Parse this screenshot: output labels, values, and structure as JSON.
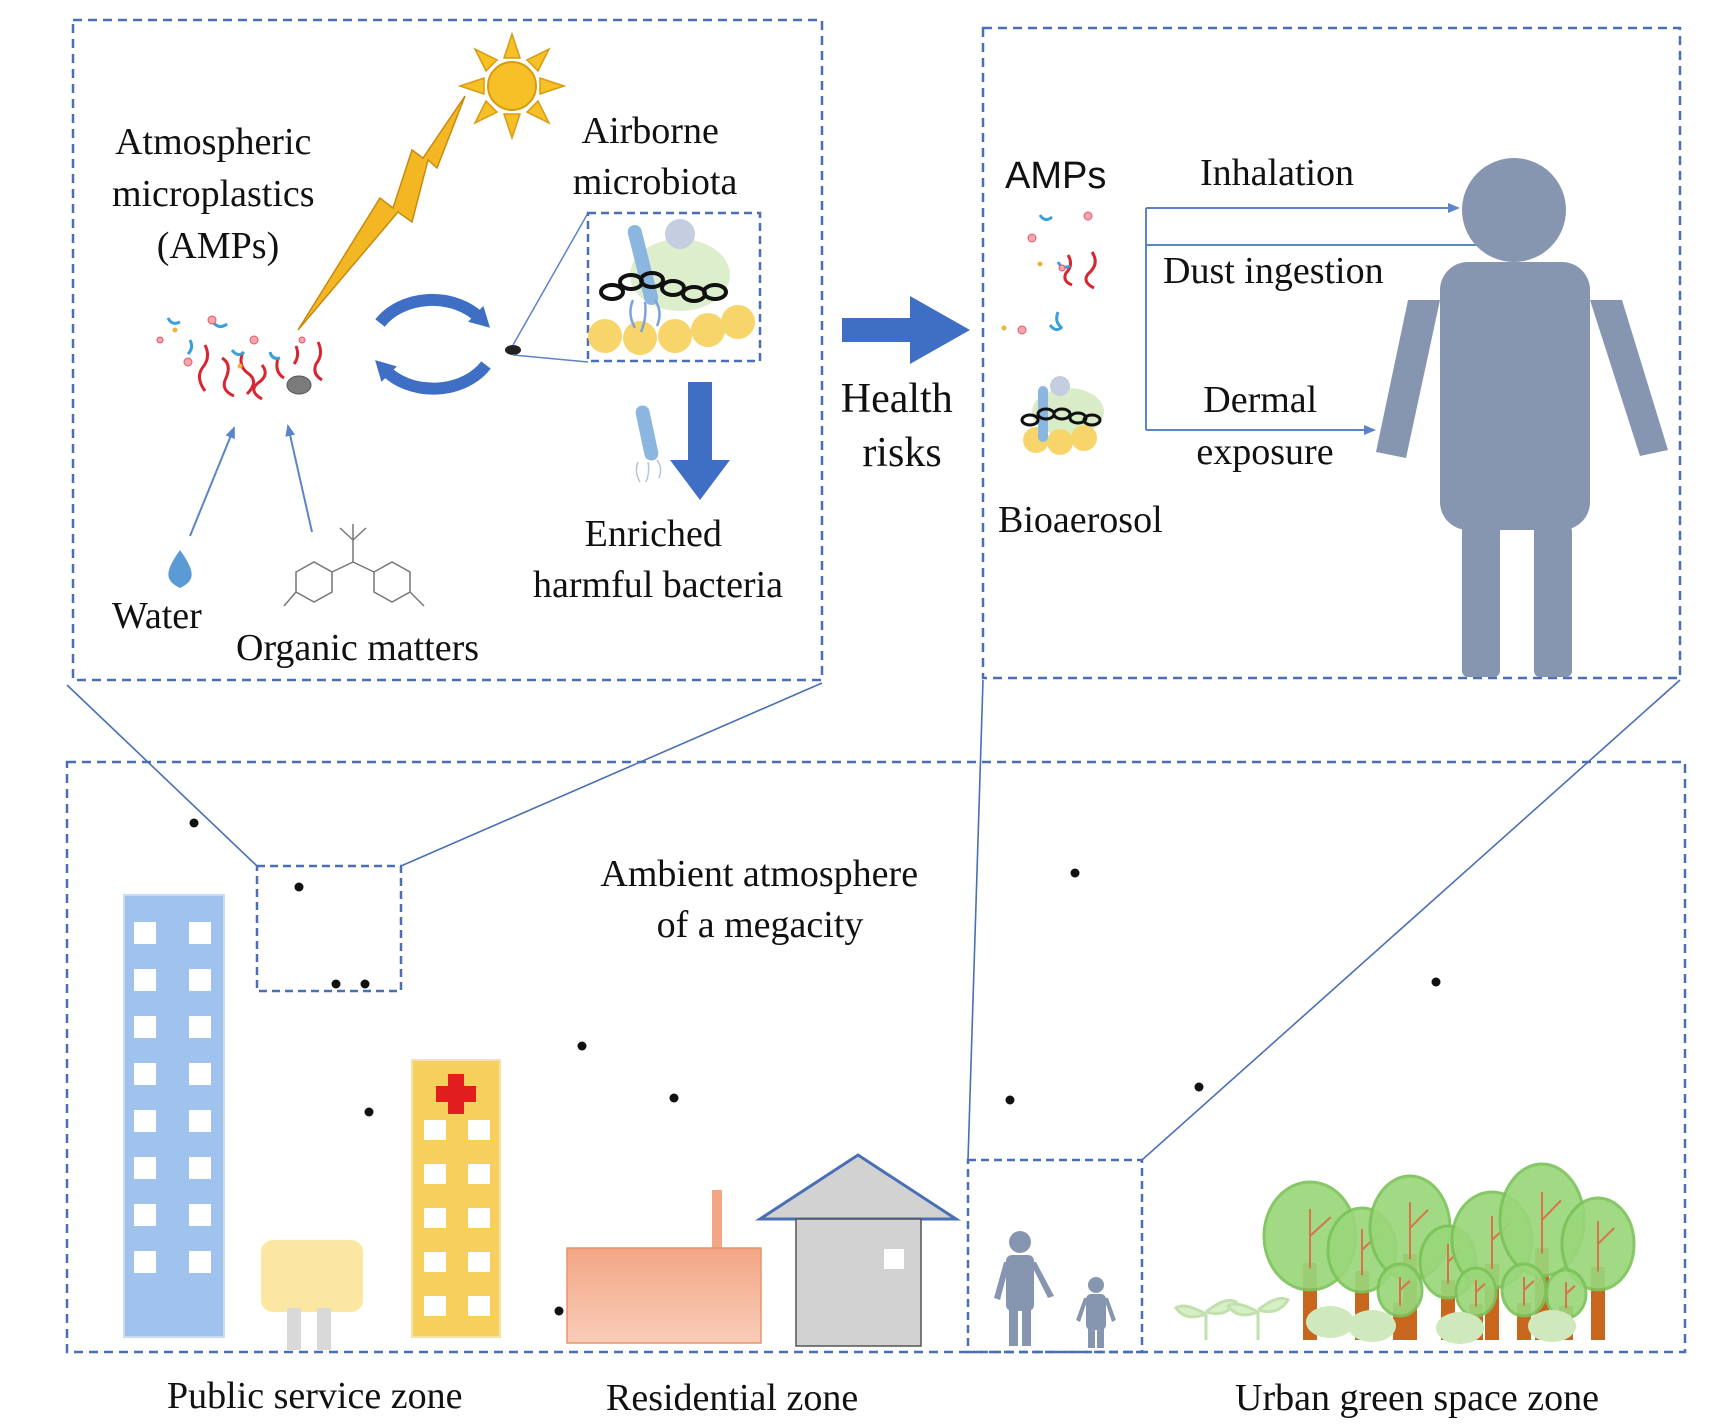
{
  "colors": {
    "dash_box": "#4a6fb5",
    "arrow_blue": "#3f6fc4",
    "thin_arrow": "#5b84c9",
    "human": "#8796b0",
    "building_blue": "#9fc3ec",
    "hospital_yellow": "#f7cf5c",
    "factory_salmon": "#f2aa8a",
    "house_gray": "#d2d2d2",
    "tree_green": "#9ad67a",
    "trunk_orange": "#c8661e",
    "sun": "#f6c026",
    "lightning": "#f3b724",
    "water_drop": "#5b9bd5"
  },
  "icons": {
    "sun": "sun-icon",
    "lightning": "lightning-icon",
    "cycle": "cycle-arrows-icon",
    "water": "water-drop-icon",
    "molecule": "organic-molecule-icon",
    "human": "human-silhouette-icon",
    "hospital_cross": "red-cross-icon"
  },
  "top_left": {
    "amps_label": [
      "Atmospheric",
      "microplastics",
      "(AMPs)"
    ],
    "airborne_label": [
      "Airborne",
      "microbiota"
    ],
    "enriched_label": [
      "Enriched",
      "harmful bacteria"
    ],
    "water_label": "Water",
    "organic_label": "Organic matters"
  },
  "middle": {
    "health_label": [
      "Health",
      "risks"
    ]
  },
  "top_right": {
    "amps_label": "AMPs",
    "bioaerosol_label": "Bioaerosol",
    "inhalation_label": "Inhalation",
    "dust_label": "Dust ingestion",
    "dermal_label": [
      "Dermal",
      "exposure"
    ]
  },
  "bottom": {
    "ambient_label": [
      "Ambient atmosphere",
      "of a megacity"
    ],
    "zones": [
      "Public service zone",
      "Residential zone",
      "Urban green space zone"
    ]
  }
}
